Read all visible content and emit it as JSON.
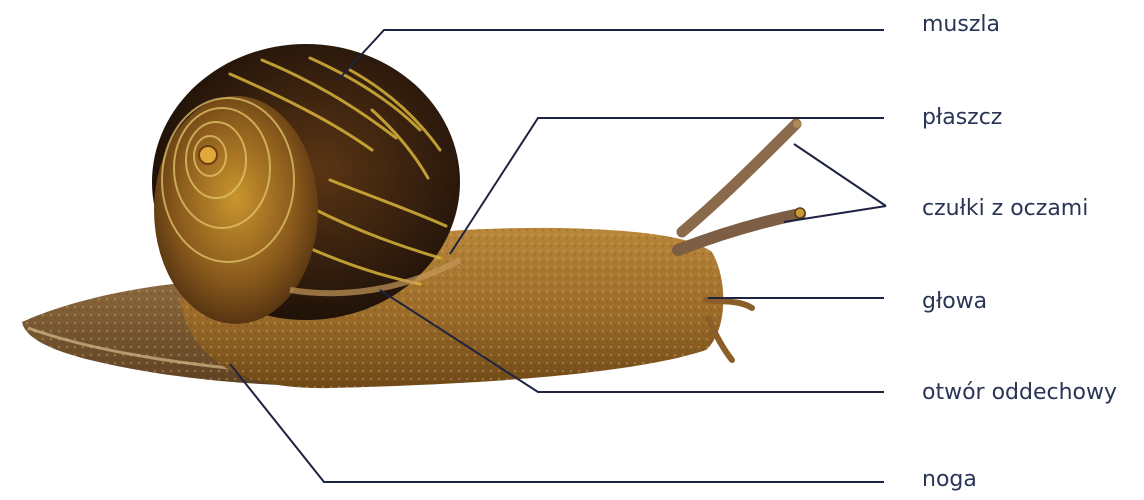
{
  "labels": {
    "shell": "muszla",
    "mantle": "płaszcz",
    "tentacles": "czułki z oczami",
    "head": "głowa",
    "breathing_pore": "otwór oddechowy",
    "foot": "noga"
  },
  "colors": {
    "label_text": "#2a3556",
    "leader_line": "#1d2340",
    "snail_body": "#a0702c",
    "snail_body_dark": "#6b4516",
    "shell_dark": "#2d1a0c",
    "shell_stripe": "#d8b43a"
  }
}
